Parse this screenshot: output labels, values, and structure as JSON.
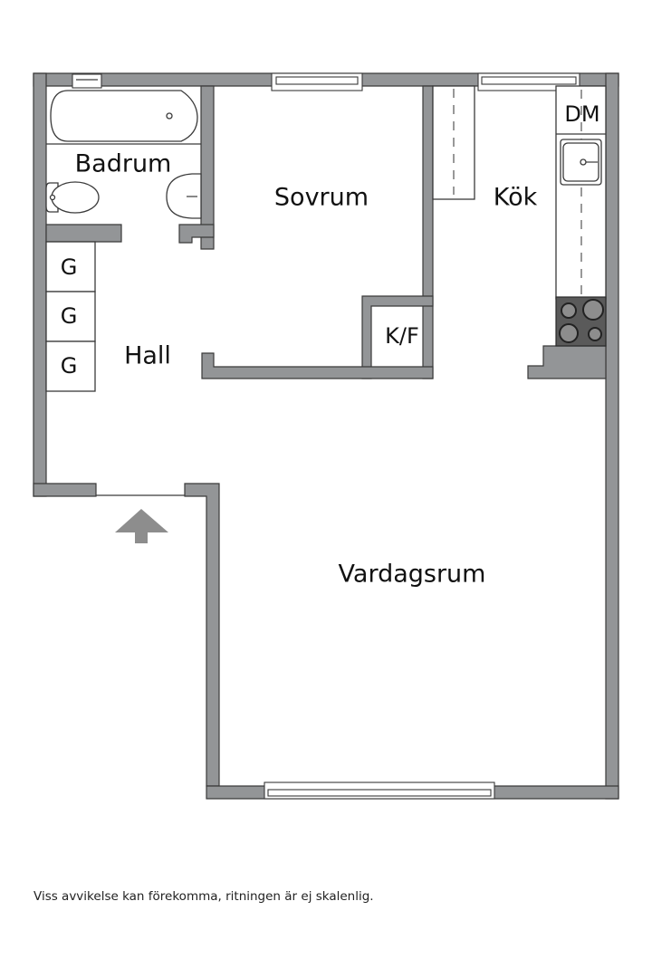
{
  "floorplan": {
    "rooms": {
      "badrum": "Badrum",
      "sovrum": "Sovrum",
      "kok": "Kök",
      "hall": "Hall",
      "vardagsrum": "Vardagsrum"
    },
    "fixtures": {
      "dm": "DM",
      "kf": "K/F",
      "g1": "G",
      "g2": "G",
      "g3": "G"
    },
    "entrance_icon": "arrow-up-icon",
    "colors": {
      "wall": "#939597",
      "stove": "#5a5a5a",
      "outline": "#3a3a3a"
    }
  },
  "footer": {
    "disclaimer": "Viss avvikelse kan förekomma, ritningen är ej skalenlig."
  }
}
